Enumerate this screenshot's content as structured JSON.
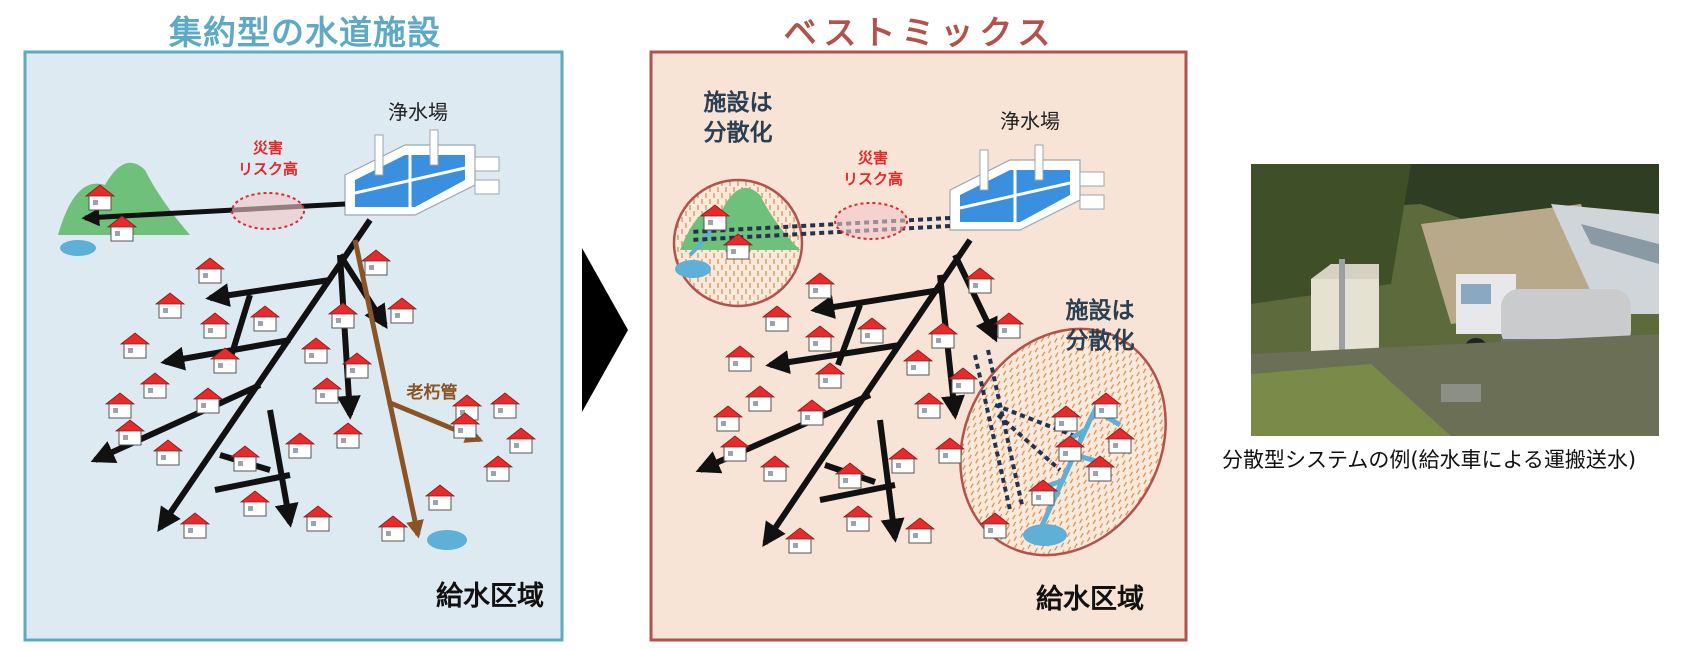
{
  "left_panel": {
    "title": "集約型の水道施設",
    "plant_label": "浄水場",
    "risk_label_line1": "災害",
    "risk_label_line2": "リスク高",
    "aging_label": "老朽管",
    "area_label": "給水区域",
    "title_color": "#5ea9c3",
    "bg_color": "#deeaf2",
    "border_color": "#5ea9c3"
  },
  "right_panel": {
    "title": "ベストミックス",
    "plant_label": "浄水場",
    "risk_label_line1": "災害",
    "risk_label_line2": "リスク高",
    "distributed_line1": "施設は",
    "distributed_line2": "分散化",
    "area_label": "給水区域",
    "title_color": "#b2534b",
    "bg_color": "#f8e3d7",
    "border_color": "#b2534b"
  },
  "photo": {
    "caption": "分散型システムの例(給水車による運搬送水)"
  },
  "colors": {
    "risk_red": "#e02a2a",
    "aging_brown": "#8a5424",
    "pipe_black": "#111111",
    "water_blue": "#5fb0d6",
    "mountain_green": "#6fc07a",
    "house_roof": "#e52b2b",
    "dotted_pipe": "#23324f"
  }
}
